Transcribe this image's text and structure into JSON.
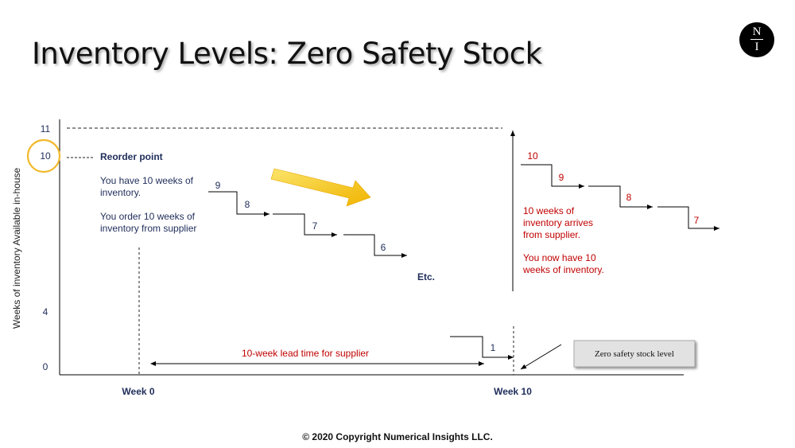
{
  "slide": {
    "title": "Inventory Levels: Zero Safety Stock",
    "logo": {
      "top": "N",
      "bottom": "I"
    },
    "copyright": "© 2020 Copyright Numerical Insights LLC."
  },
  "axis": {
    "ylabel": "Weeks of inventory Available in-house",
    "y_ticks": [
      "11",
      "10",
      "4",
      "0"
    ],
    "x_ticks": [
      "Week 0",
      "Week 10"
    ]
  },
  "notes": {
    "reorder_title": "Reorder point",
    "reorder_lines": [
      "You have 10 weeks of",
      "inventory.",
      "You order 10 weeks of",
      "inventory  from supplier"
    ],
    "arrival_lines": [
      "10 weeks of",
      "inventory  arrives",
      "from supplier.",
      "You now have 10",
      "weeks of inventory."
    ],
    "etc": "Etc.",
    "lead_time": "10-week lead time for supplier",
    "callout": "Zero safety stock level"
  },
  "steps": {
    "first_cycle": [
      "9",
      "8",
      "7",
      "6"
    ],
    "last_week": "1",
    "second_cycle": [
      "10",
      "9",
      "8",
      "7"
    ]
  },
  "colors": {
    "axis_text": "#1f2d5a",
    "red_text": "#c00000",
    "highlight_circle": "#f2b92b",
    "arrow_yellow": "#f5c218",
    "callout_fill": "#e2e2e2"
  }
}
